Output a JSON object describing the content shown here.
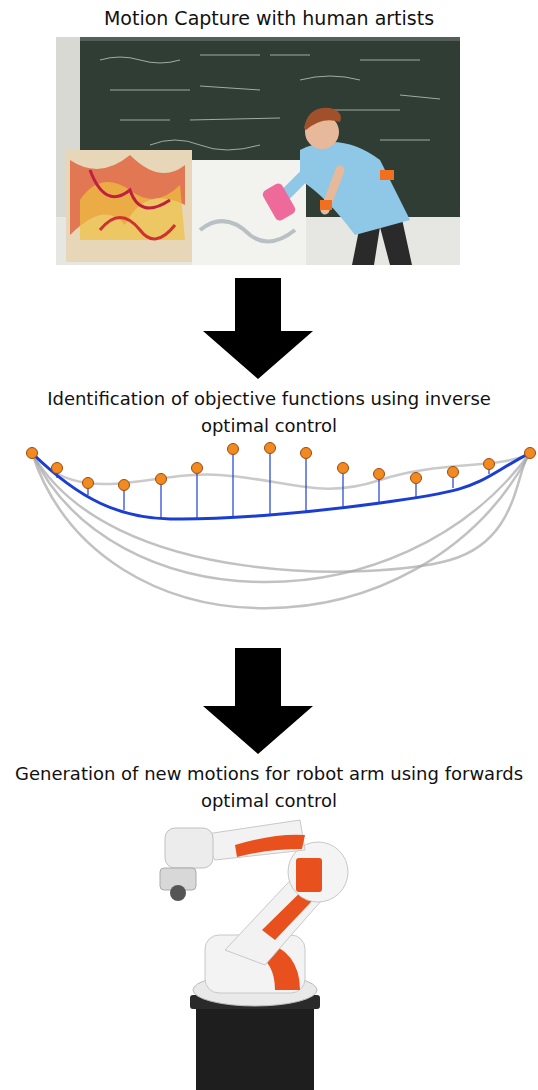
{
  "diagram": {
    "nodes": [
      {
        "text": [
          "Motion Capture with human artists"
        ]
      },
      {
        "text": [
          "Identification of objective functions using inverse optimal control"
        ]
      },
      {
        "text": [
          "Generation of new motions for robot arm using forwards optimal control"
        ]
      }
    ],
    "edges": [
      {
        "from": 0,
        "to": 1,
        "arrow": "to"
      },
      {
        "from": 1,
        "to": 2,
        "arrow": "to"
      }
    ]
  }
}
